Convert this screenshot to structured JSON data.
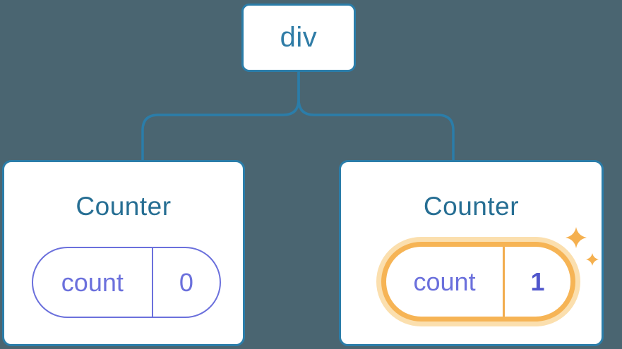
{
  "diagram": {
    "description": "React component tree diagram: a div root with two Counter children, each holding a count state pill; the second Counter's state was just updated (highlighted with sparkles).",
    "root": {
      "label": "div"
    },
    "children": [
      {
        "title": "Counter",
        "state": {
          "key": "count",
          "value": "0"
        },
        "highlighted": false
      },
      {
        "title": "Counter",
        "state": {
          "key": "count",
          "value": "1"
        },
        "highlighted": true
      }
    ]
  },
  "colors": {
    "background": "#4A6571",
    "node_border": "#2B7DA9",
    "connector_line": "#2B7DA9",
    "root_label": "#2F7CA6",
    "card_title": "#266E93",
    "state_purple": "#6B70DC",
    "state_value_bold": "#5056CC",
    "highlight_orange": "#F6B455",
    "highlight_orange_light": "#FBDFAE",
    "sparkle": "#F5B04F",
    "node_fill": "#FFFFFF"
  },
  "icons": {
    "sparkle": "sparkle-icon"
  }
}
